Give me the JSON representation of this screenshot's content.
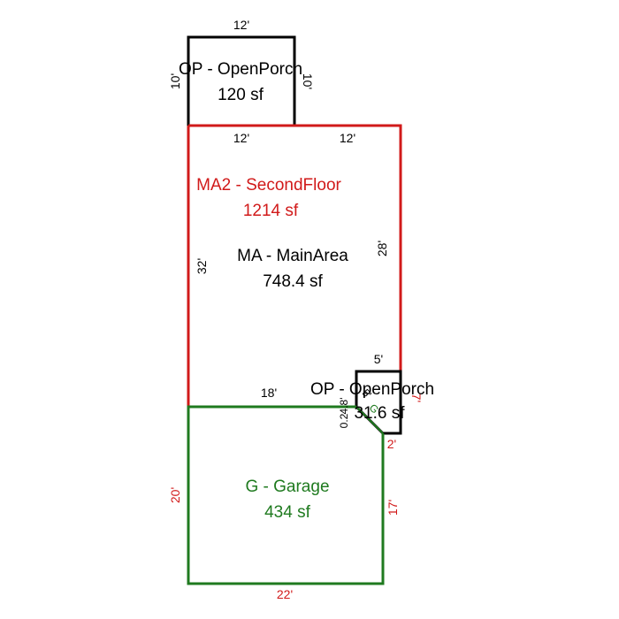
{
  "colors": {
    "black": "#000000",
    "red": "#d11a1a",
    "green": "#1f7a1f",
    "background": "#ffffff"
  },
  "areas": {
    "open_porch_top": {
      "code": "OP - OpenPorch",
      "area": "120 sf"
    },
    "second_floor": {
      "code": "MA2 - SecondFloor",
      "area": "1214 sf"
    },
    "main_area": {
      "code": "MA - MainArea",
      "area": "748.4 sf"
    },
    "open_porch_small": {
      "code": "OP - OpenPorch",
      "area": "31.6 sf"
    },
    "garage": {
      "code": "G - Garage",
      "area": "434 sf"
    }
  },
  "dimensions": {
    "porch_top": "12'",
    "porch_left": "10'",
    "porch_right": "10'",
    "porch_bottom": "12'",
    "main_top": "12'",
    "main_left": "32'",
    "main_right": "28'",
    "main_bottom": "18'",
    "small_porch_top": "5'",
    "small_porch_right": "7'",
    "small_porch_diag": "5'",
    "small_porch_small": "0.2",
    "small_porch_vertical": "4.8'",
    "garage_left": "20'",
    "garage_right_top": "2'",
    "garage_right": "17'",
    "garage_bottom": "22'",
    "small_overlap_label": "G"
  }
}
